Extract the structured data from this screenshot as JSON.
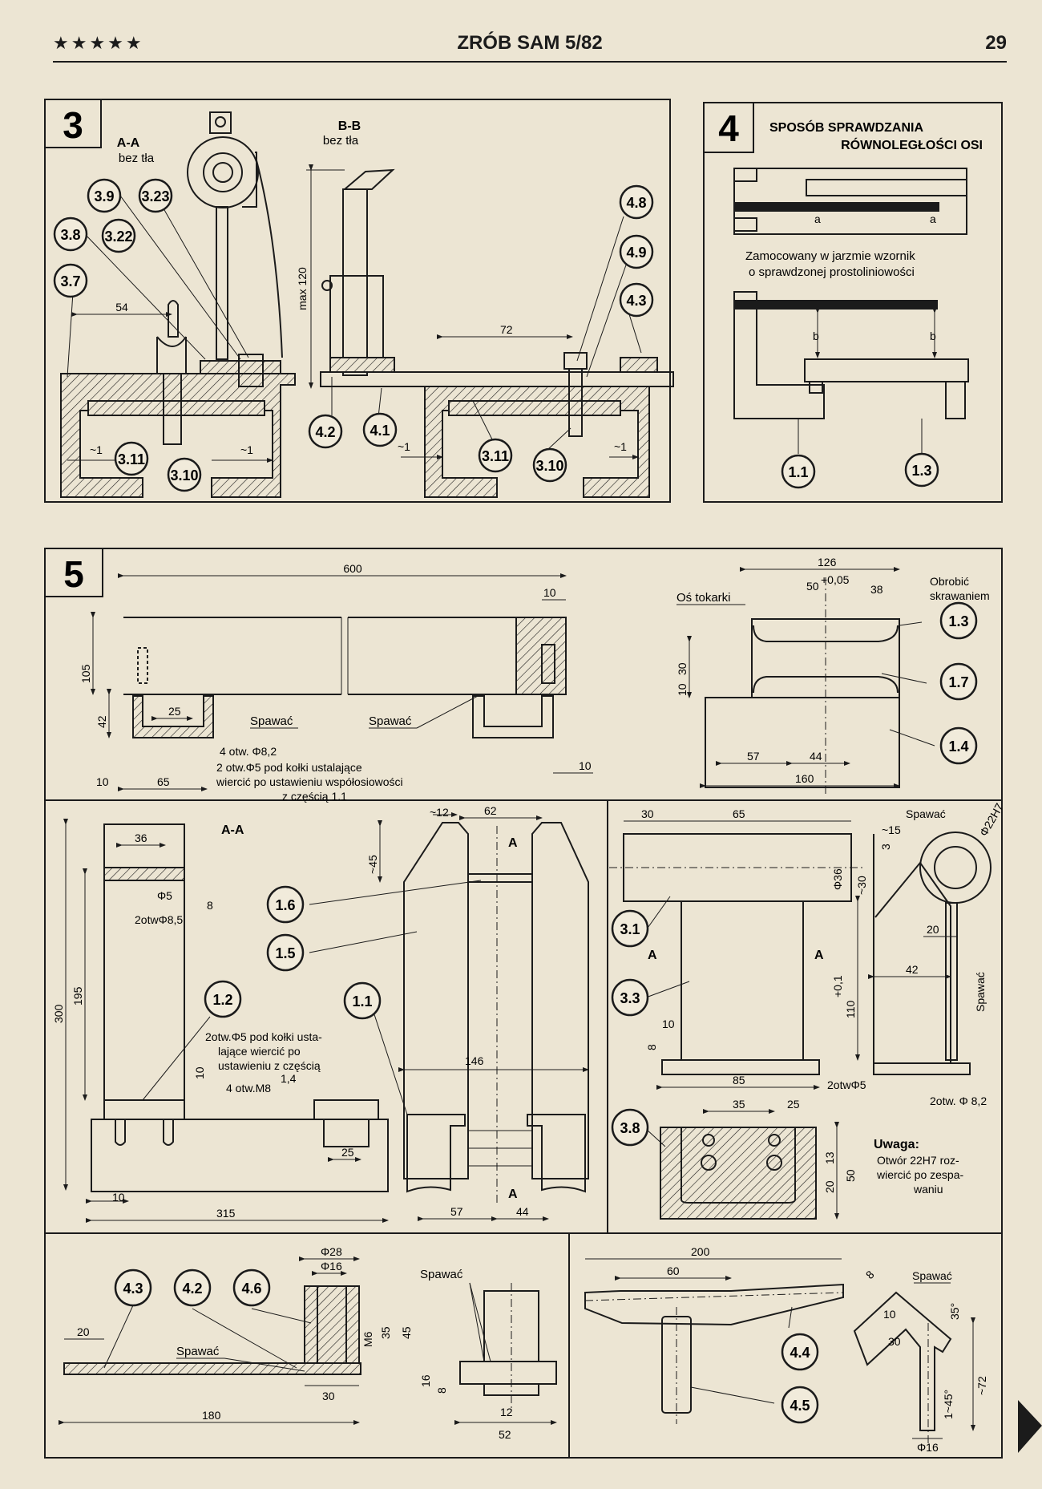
{
  "header": {
    "stars": "★★★★★",
    "magazine": "ZRÓB SAM 5/82",
    "page_number": "29"
  },
  "figure3": {
    "number": "3",
    "section_aa": "A-A",
    "section_aa_note": "bez tła",
    "section_bb": "B-B",
    "section_bb_note": "bez tła",
    "callouts": [
      "3.9",
      "3.23",
      "3.8",
      "3.22",
      "3.7",
      "3.11",
      "3.10",
      "4.8",
      "4.9",
      "4.3",
      "4.2",
      "4.1",
      "3.11",
      "3.10"
    ],
    "dims": {
      "d54": "54",
      "d72": "72",
      "max120": "max 120",
      "approx1a": "~1",
      "approx1b": "~1",
      "approx1c": "~1",
      "approx1d": "~1"
    }
  },
  "figure4": {
    "number": "4",
    "title_line1": "SPOSÓB SPRAWDZANIA",
    "title_line2": "RÓWNOLEGŁOŚCI OSI",
    "note_line1": "Zamocowany w jarzmie wzornik",
    "note_line2": "o sprawdzonej prostoliniowości",
    "dim_a1": "a",
    "dim_a2": "a",
    "dim_b1": "b",
    "dim_b2": "b",
    "callouts": [
      "1.1",
      "1.3"
    ]
  },
  "figure5": {
    "number": "5",
    "top_left": {
      "d600": "600",
      "d10a": "10",
      "d105": "105",
      "d42": "42",
      "d25": "25",
      "d65": "65",
      "d10b": "10",
      "d10c": "10",
      "weld1": "Spawać",
      "weld2": "Spawać",
      "note1": "4 otw. Φ8,2",
      "note2": "2 otw.Φ5 pod kołki ustalające",
      "note3": "wiercić po ustawieniu współosiowości",
      "note4": "z częścią 1.1"
    },
    "top_right": {
      "d126": "126",
      "d50": "50",
      "tol": "+0,05",
      "d38": "38",
      "d30": "30",
      "d10": "10",
      "d57": "57",
      "d44": "44",
      "d160": "160",
      "lathe_axis": "Oś tokarki",
      "machine_note_1": "Obrobić",
      "machine_note_2": "skrawaniem",
      "callouts": [
        "1.3",
        "1.7",
        "1.4"
      ]
    },
    "mid_left": {
      "section": "A-A",
      "d12": "~12",
      "d62": "62",
      "d45": "~45",
      "d36": "36",
      "d5": "Φ5",
      "d8": "8",
      "holes85": "2otwΦ8,5",
      "d300": "300",
      "d195": "195",
      "d10a": "10",
      "d14": "1,4",
      "d10b": "10",
      "d315": "315",
      "d25": "25",
      "d146": "146",
      "d57": "57",
      "d44": "44",
      "secA1": "A",
      "secA2": "A",
      "note1": "2otw.Φ5 pod kołki usta-",
      "note2": "lające wiercić po",
      "note3": "ustawieniu z częścią",
      "note4": "4 otw.M8",
      "callouts": [
        "1.6",
        "1.5",
        "1.2",
        "1.1"
      ]
    },
    "mid_right": {
      "d30": "30",
      "d65": "65",
      "d36": "Φ36",
      "d30b": "~30",
      "d15": "~15",
      "d3": "3",
      "d22": "Φ22H7",
      "weld": "Spawać",
      "weld2": "Spawać",
      "d20": "20",
      "d42": "42",
      "d110": "110",
      "tol": "+0,1",
      "d10": "10",
      "d8": "8",
      "d85": "85",
      "holes5": "2otwΦ5",
      "holes82": "2otw. Φ 8,2",
      "d35": "35",
      "d25": "25",
      "d13": "13",
      "d20b": "20",
      "d50": "50",
      "secA1": "A",
      "secA2": "A",
      "note_title": "Uwaga:",
      "note1": "Otwór 22H7 roz-",
      "note2": "wiercić po zespa-",
      "note3": "waniu",
      "callouts": [
        "3.1",
        "3.3",
        "3.8"
      ]
    },
    "bottom_left": {
      "d28": "Φ28",
      "d16": "Φ16",
      "m6": "M6",
      "d35": "35",
      "d45": "45",
      "d20": "20",
      "d16b": "16",
      "d8": "8",
      "d12": "12",
      "d30": "30",
      "d180": "180",
      "d52": "52",
      "weld1": "Spawać",
      "weld2": "Spawać",
      "callouts": [
        "4.3",
        "4.2",
        "4.6"
      ]
    },
    "bottom_right": {
      "d200": "200",
      "d60": "60",
      "d8": "8",
      "d10": "10",
      "d30": "30",
      "d35": "35°",
      "d72": "~72",
      "d16": "Φ16",
      "chamfer": "1~45°",
      "weld": "Spawać",
      "callouts": [
        "4.4",
        "4.5"
      ]
    }
  }
}
